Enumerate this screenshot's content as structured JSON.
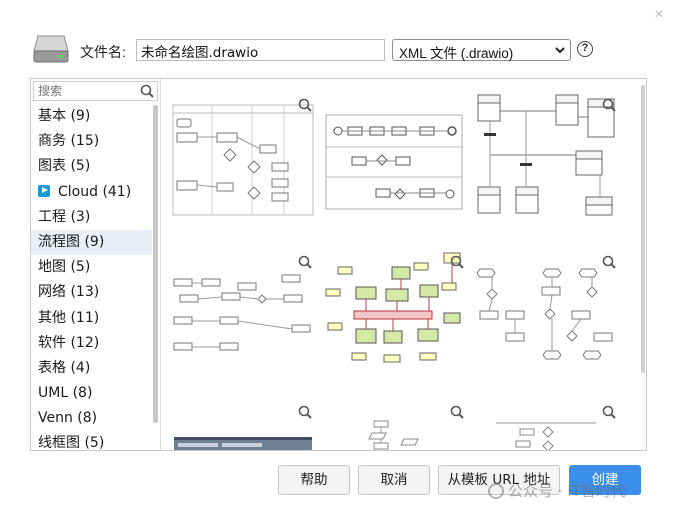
{
  "dialog": {
    "close_glyph": "×"
  },
  "file": {
    "name_label": "文件名:",
    "name_value": "未命名绘图.drawio",
    "type_selected": "XML 文件 (.drawio)",
    "help_glyph": "?"
  },
  "search": {
    "placeholder": "搜索"
  },
  "categories": [
    {
      "label": "基本 (9)"
    },
    {
      "label": "商务 (15)"
    },
    {
      "label": "图表 (5)"
    },
    {
      "label": "Cloud (41)",
      "icon": "cloud-play-icon"
    },
    {
      "label": "工程 (3)"
    },
    {
      "label": "流程图 (9)",
      "selected": true
    },
    {
      "label": "地图 (5)"
    },
    {
      "label": "网络 (13)"
    },
    {
      "label": "其他 (11)"
    },
    {
      "label": "软件 (12)"
    },
    {
      "label": "表格 (4)"
    },
    {
      "label": "UML (8)"
    },
    {
      "label": "Venn (8)"
    },
    {
      "label": "线框图 (5)"
    }
  ],
  "buttons": {
    "help": "帮助",
    "cancel": "取消",
    "from_url": "从模板 URL 地址",
    "create": "创建"
  },
  "watermark": {
    "text": "公众号 · IT智时代"
  },
  "colors": {
    "primary_button": "#3b8ee9",
    "selected_category_bg": "#e9eef7",
    "cloud_icon": "#1a98d9",
    "flow_box_green": "#d5e8a6",
    "flow_box_yellow": "#ffffc0",
    "flow_box_pink": "#f4c7c7"
  },
  "icons": {
    "disk": "hard-disk-icon",
    "search": "search-icon",
    "zoom": "zoom-icon",
    "dropdown": "chevron-down-icon",
    "close": "close-icon",
    "help": "help-circle-icon"
  }
}
